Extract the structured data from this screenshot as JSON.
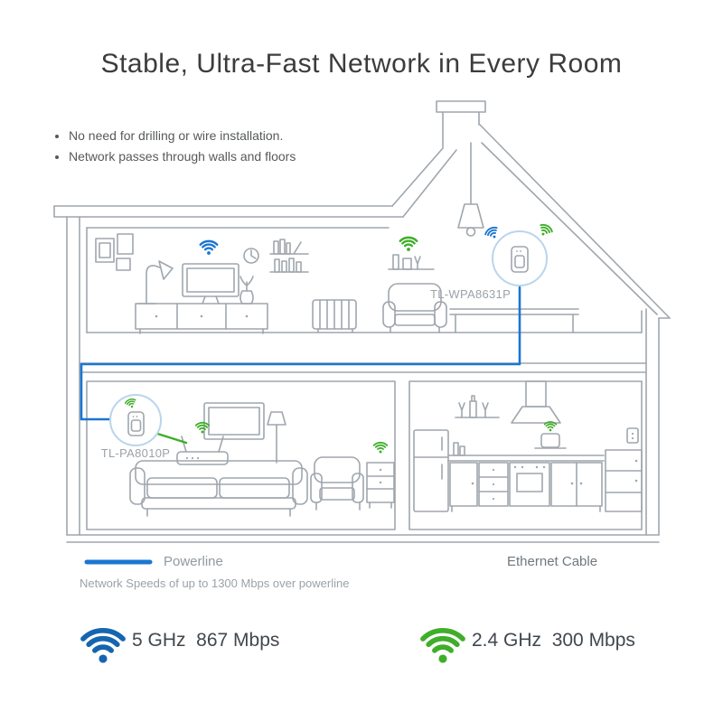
{
  "title": "Stable, Ultra-Fast Network in Every Room",
  "bullets": [
    "No need for drilling or wire installation.",
    "Network passes through walls and floors"
  ],
  "devices": {
    "upstairs": {
      "label": "TL-WPA8631P"
    },
    "downstairs": {
      "label": "TL-PA8010P"
    }
  },
  "legend": {
    "powerline_label": "Powerline",
    "powerline_color": "#1b76d2",
    "powerline_note": "Network Speeds of up to 1300 Mbps over powerline",
    "ethernet_label": "Ethernet Cable",
    "ethernet_gradient": [
      "#c9da2f",
      "#2fa52f"
    ]
  },
  "bands": {
    "five_ghz": {
      "label": "5 GHz  867 Mbps",
      "color": "#1565b0"
    },
    "two4_ghz": {
      "label": "2.4 GHz  300 Mbps",
      "color": "#3fae2a"
    }
  }
}
